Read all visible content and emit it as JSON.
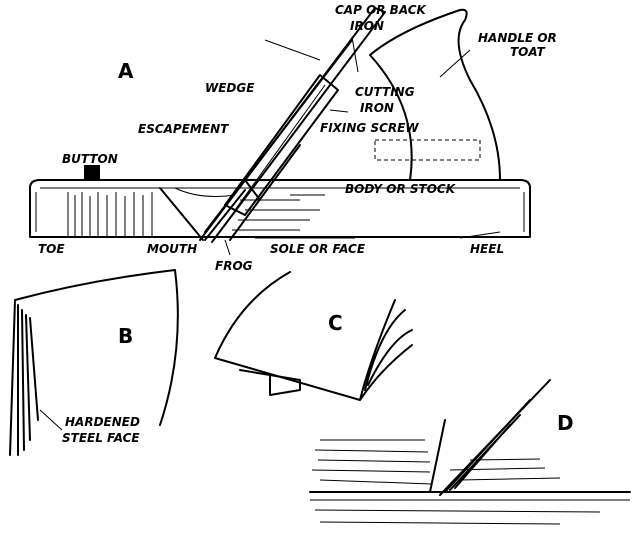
{
  "figures": {
    "a": {
      "letter": "A",
      "labels": {
        "cap_iron": [
          "CAP OR BACK",
          "IRON"
        ],
        "handle": [
          "HANDLE OR",
          "TOAT"
        ],
        "wedge": "WEDGE",
        "cutting_iron": [
          "CUTTING",
          "IRON"
        ],
        "button": "BUTTON",
        "escapement": "ESCAPEMENT",
        "fixing_screw": "FIXING SCREW",
        "body": "BODY OR STOCK",
        "toe": "TOE",
        "mouth": "MOUTH",
        "frog": "FROG",
        "sole": "SOLE OR FACE",
        "heel": "HEEL"
      }
    },
    "b": {
      "letter": "B",
      "labels": {
        "steel_face": [
          "HARDENED",
          "STEEL FACE"
        ]
      }
    },
    "c": {
      "letter": "C"
    },
    "d": {
      "letter": "D"
    }
  }
}
